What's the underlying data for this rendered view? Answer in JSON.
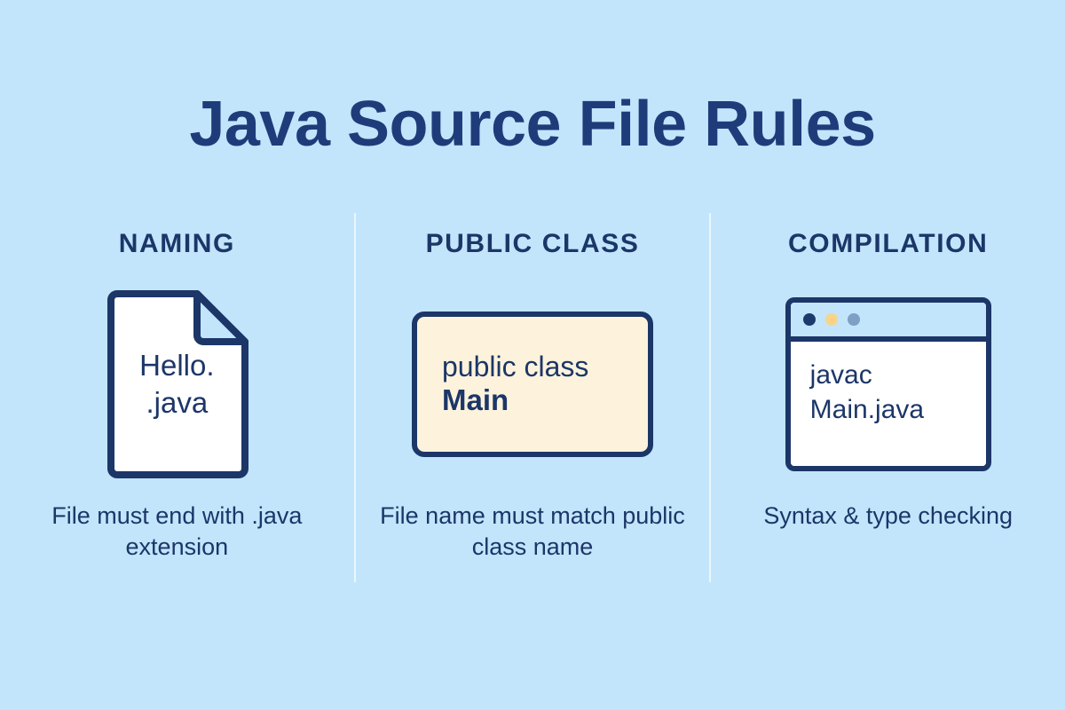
{
  "colors": {
    "background": "#c2e5fc",
    "navy": "#1c3668",
    "title_navy": "#1f3c7a",
    "divider": "#e9f5fe",
    "card_cream": "#fdf3dc",
    "paper_white": "#ffffff",
    "dot_navy": "#1d3a6e",
    "dot_amber": "#f8d48a",
    "dot_steel": "#7da0c4"
  },
  "title": "Java Source File Rules",
  "columns": [
    {
      "heading": "NAMING",
      "icon": "file-document-icon",
      "file_name_line1": "Hello.",
      "file_name_line2": ".java",
      "caption": "File must end with .java extension"
    },
    {
      "heading": "PUBLIC CLASS",
      "icon": "code-card-icon",
      "code_line1": "public class",
      "code_line2": "Main",
      "caption": "File name must match public class name"
    },
    {
      "heading": "COMPILATION",
      "icon": "terminal-window-icon",
      "terminal_line1": "javac",
      "terminal_line2": "Main.java",
      "caption": "Syntax & type checking"
    }
  ]
}
